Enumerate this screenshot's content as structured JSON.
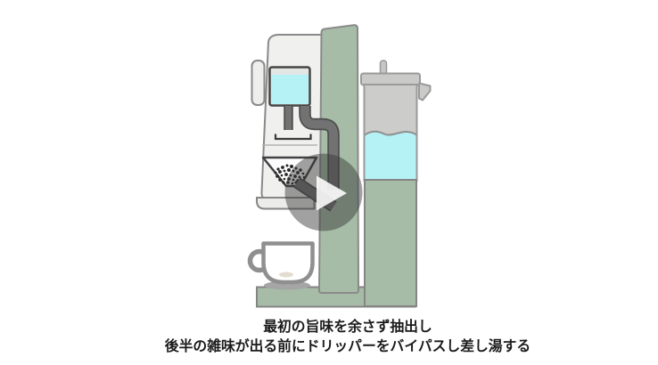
{
  "caption": {
    "line1": "最初の旨味を余さず抽出し",
    "line2": "後半の雑味が出る前にドリッパーをバイパスし差し湯する"
  },
  "video": {
    "play_icon_glyph": "▶",
    "overlay_circle_color": "rgba(55,55,55,0.47)",
    "play_triangle_color": "rgba(255,255,255,0.88)"
  },
  "illustration": {
    "subject": "coffee-machine-bypass-brewing",
    "colors": {
      "machine_body": "#f0f0ef",
      "accent_green": "#a6bca6",
      "water_cyan": "#b4f2f6",
      "tank_gray": "#cccccb",
      "pipe_gray": "#727272",
      "outline_gray": "#8a8a8a",
      "background": "#ffffff",
      "caption_text": "#1b1b1b"
    }
  }
}
